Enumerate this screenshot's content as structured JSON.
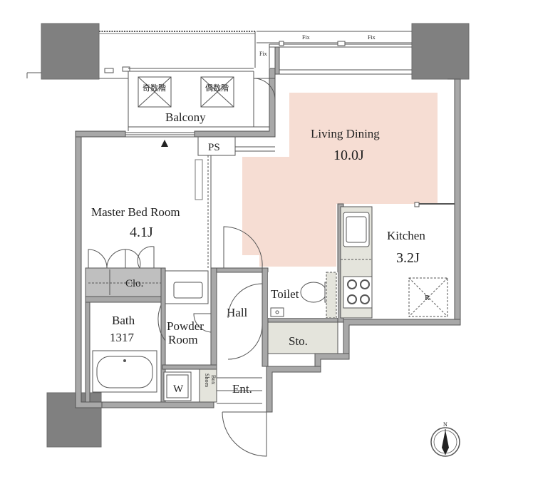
{
  "plan": {
    "rooms": {
      "balcony": "Balcony",
      "living_dining": "Living Dining",
      "living_dining_size": "10.0J",
      "master_bed": "Master Bed Room",
      "master_bed_size": "4.1J",
      "kitchen": "Kitchen",
      "kitchen_size": "3.2J",
      "toilet": "Toilet",
      "hall": "Hall",
      "storage": "Sto.",
      "bath": "Bath",
      "bath_size": "1317",
      "powder_room_line1": "Powder",
      "powder_room_line2": "Room",
      "entrance": "Ent.",
      "closet": "Clo.",
      "washer": "W",
      "shoes_box_line1": "Shoes",
      "shoes_box_line2": "Box",
      "pipe_space": "PS",
      "fridge": "R"
    },
    "window_labels": {
      "fix_top_1": "Fix",
      "fix_top_2": "Fix",
      "fix_side": "Fix"
    },
    "hatch_labels": {
      "hatch_1": "奇数階",
      "hatch_2": "偶数階"
    },
    "compass": {
      "north": "N"
    },
    "colors": {
      "living_area": "#f6ddd3",
      "storage_fill": "#e4e4dc",
      "column": "#808080",
      "wall_gray": "#a8a8a8",
      "closet_fill": "#bfbfbf"
    }
  }
}
